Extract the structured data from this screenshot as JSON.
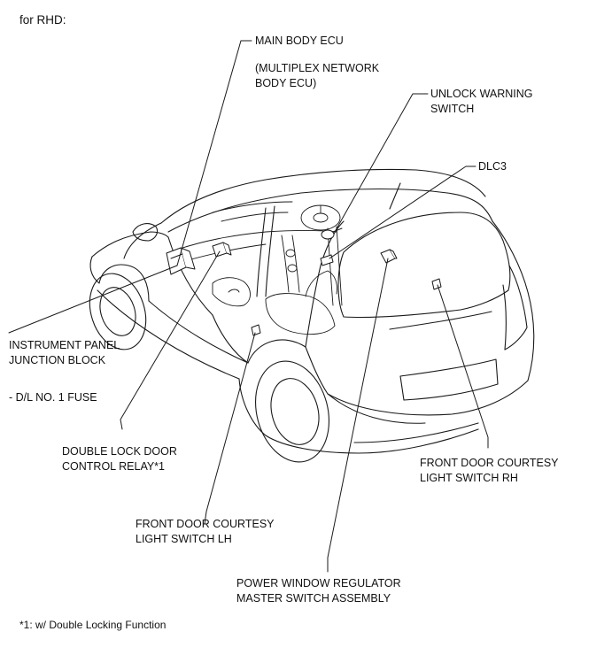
{
  "header": {
    "title": "for RHD:"
  },
  "labels": {
    "main_body_ecu": "MAIN BODY ECU",
    "main_body_ecu_sub": "(MULTIPLEX NETWORK\nBODY ECU)",
    "unlock_warning_switch": "UNLOCK WARNING\nSWITCH",
    "dlc3": "DLC3",
    "instrument_panel_jb": "INSTRUMENT PANEL\nJUNCTION BLOCK",
    "dl_fuse": "- D/L NO. 1 FUSE",
    "double_lock_relay": "DOUBLE LOCK DOOR\nCONTROL RELAY*1",
    "front_door_courtesy_rh": "FRONT DOOR COURTESY\nLIGHT SWITCH RH",
    "front_door_courtesy_lh": "FRONT DOOR COURTESY\nLIGHT SWITCH LH",
    "power_window_master": "POWER WINDOW REGULATOR\nMASTER SWITCH ASSEMBLY"
  },
  "footnote": "*1: w/ Double Locking Function"
}
